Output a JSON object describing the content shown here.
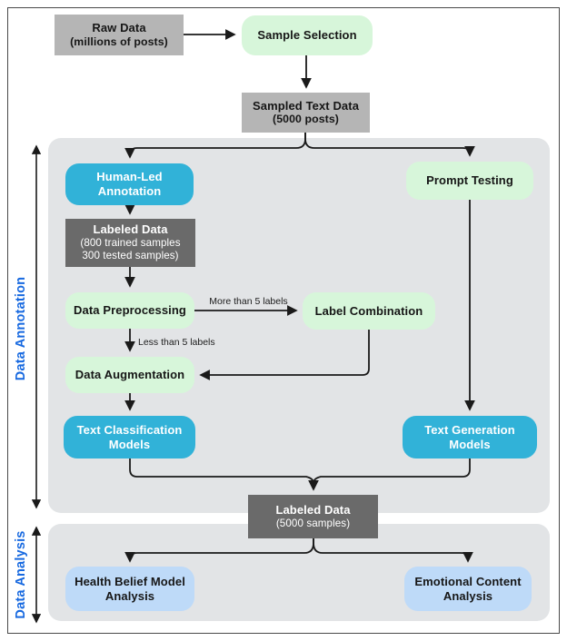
{
  "side_labels": {
    "annotation": "Data Annotation",
    "analysis": "Data Analysis"
  },
  "nodes": {
    "raw_data": {
      "title": "Raw Data",
      "subtitle": "(millions of posts)"
    },
    "sample_selection": {
      "label": "Sample Selection"
    },
    "sampled_text_data": {
      "title": "Sampled Text Data",
      "subtitle": "(5000 posts)"
    },
    "human_led_annotation": {
      "label": "Human-Led Annotation"
    },
    "prompt_testing": {
      "label": "Prompt Testing"
    },
    "labeled_data_train_test": {
      "title": "Labeled Data",
      "line2": "(800 trained samples",
      "line3": "300 tested samples)"
    },
    "data_preprocessing": {
      "label": "Data Preprocessing"
    },
    "label_combination": {
      "label": "Label Combination"
    },
    "data_augmentation": {
      "label": "Data Augmentation"
    },
    "text_classification_models": {
      "label": "Text Classification Models"
    },
    "text_generation_models": {
      "label": "Text Generation Models"
    },
    "labeled_data_5000": {
      "title": "Labeled Data",
      "subtitle": "(5000 samples)"
    },
    "health_belief_model_analysis": {
      "label": "Health Belief Model Analysis"
    },
    "emotional_content_analysis": {
      "label": "Emotional Content Analysis"
    }
  },
  "edge_labels": {
    "more_than_5": "More than 5 labels",
    "less_than_5": "Less than 5 labels"
  },
  "colors": {
    "panel": "#e2e4e6",
    "green": "#d7f6da",
    "teal": "#31b2d8",
    "light_blue": "#bedaf8",
    "gray_box": "#b5b5b5",
    "dark_gray_box": "#6a6a6a",
    "label_blue": "#1769e0",
    "line": "#1a1a1a"
  }
}
